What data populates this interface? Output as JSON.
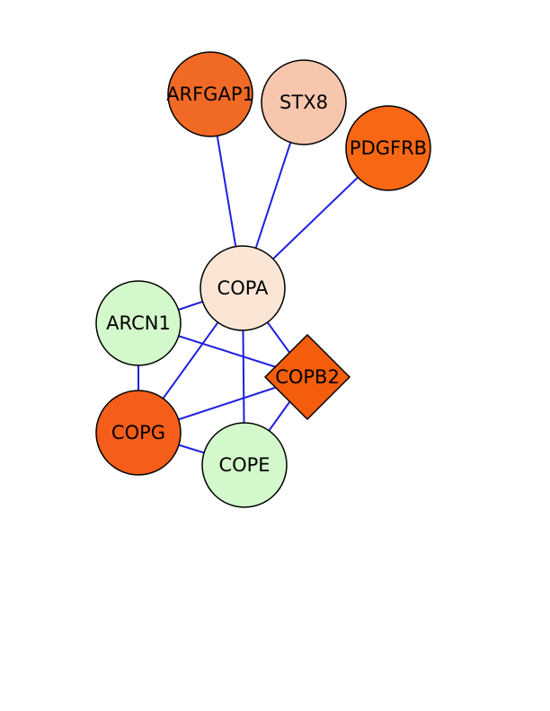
{
  "network": {
    "nodes": [
      {
        "id": "ARFGAP1",
        "label": "ARFGAP1",
        "shape": "circle",
        "color": "#f06a26"
      },
      {
        "id": "STX8",
        "label": "STX8",
        "shape": "circle",
        "color": "#f6c6ad"
      },
      {
        "id": "PDGFRB",
        "label": "PDGFRB",
        "shape": "circle",
        "color": "#f76714"
      },
      {
        "id": "COPA",
        "label": "COPA",
        "shape": "circle",
        "color": "#fbe6d5"
      },
      {
        "id": "ARCN1",
        "label": "ARCN1",
        "shape": "circle",
        "color": "#d3f8cb"
      },
      {
        "id": "COPB2",
        "label": "COPB2",
        "shape": "diamond",
        "color": "#f45d0c"
      },
      {
        "id": "COPG",
        "label": "COPG",
        "shape": "circle",
        "color": "#f45d1a"
      },
      {
        "id": "COPE",
        "label": "COPE",
        "shape": "circle",
        "color": "#d3f8cb"
      }
    ],
    "edges": [
      {
        "source": "ARFGAP1",
        "target": "COPA"
      },
      {
        "source": "STX8",
        "target": "COPA"
      },
      {
        "source": "PDGFRB",
        "target": "COPA"
      },
      {
        "source": "COPA",
        "target": "ARCN1"
      },
      {
        "source": "COPA",
        "target": "COPB2"
      },
      {
        "source": "COPA",
        "target": "COPG"
      },
      {
        "source": "COPA",
        "target": "COPE"
      },
      {
        "source": "ARCN1",
        "target": "COPB2"
      },
      {
        "source": "ARCN1",
        "target": "COPG"
      },
      {
        "source": "COPG",
        "target": "COPB2"
      },
      {
        "source": "COPG",
        "target": "COPE"
      },
      {
        "source": "COPB2",
        "target": "COPE"
      }
    ]
  }
}
